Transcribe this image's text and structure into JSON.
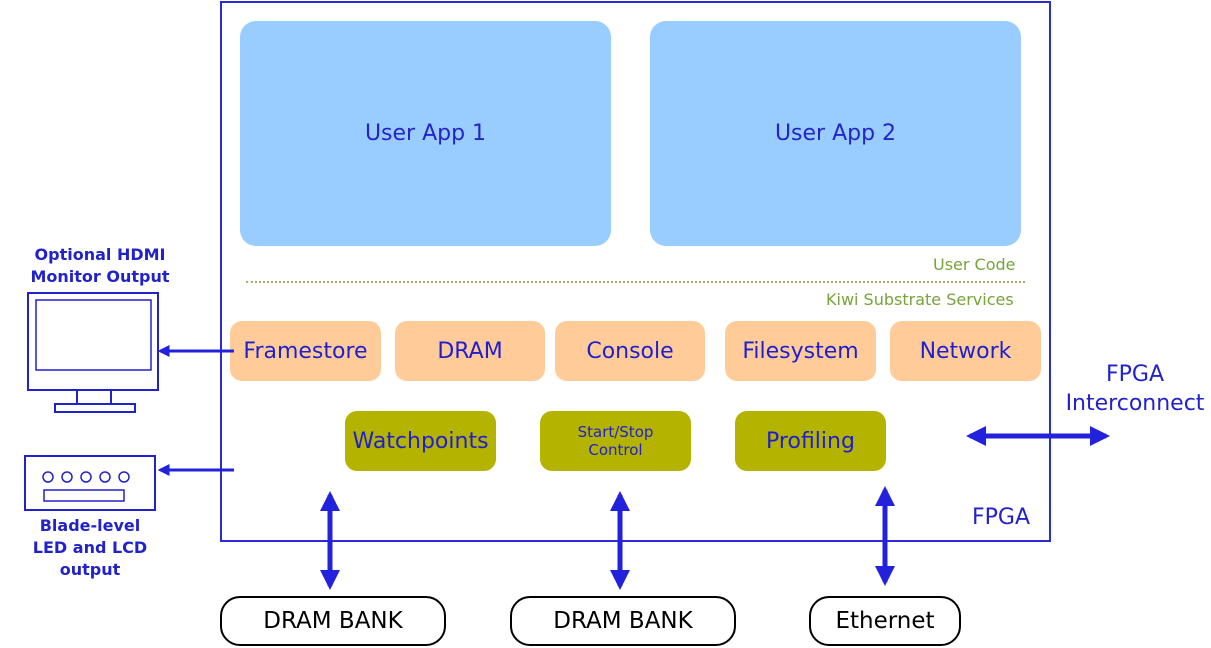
{
  "fpga_label": "FPGA",
  "user_apps": [
    "User App 1",
    "User App 2"
  ],
  "layer_labels": {
    "user_code": "User Code",
    "substrate": "Kiwi Substrate Services"
  },
  "services": [
    "Framestore",
    "DRAM",
    "Console",
    "Filesystem",
    "Network"
  ],
  "debug_services": [
    "Watchpoints",
    "Start/Stop Control",
    "Profiling"
  ],
  "external": [
    "DRAM BANK",
    "DRAM BANK",
    "Ethernet"
  ],
  "hdmi_label": [
    "Optional HDMI",
    "Monitor Output"
  ],
  "blade_label": [
    "Blade-level",
    "LED and LCD output"
  ],
  "interconnect_label": [
    "FPGA",
    "Interconnect"
  ],
  "colors": {
    "arrow": "#2222dd",
    "app_fill": "#99ccff",
    "service_fill": "#ffcc99",
    "debug_fill": "#b3b300",
    "layer_label": "#77a33a"
  }
}
